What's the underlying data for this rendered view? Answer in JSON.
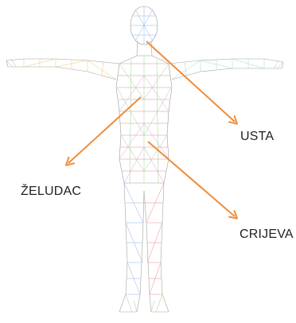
{
  "labels": {
    "usta": "USTA",
    "zeludac": "ŽELUDAC",
    "crijeva": "CRIJEVA"
  },
  "colors": {
    "arrow": "#f08c3a",
    "mesh": [
      "#e58b8b",
      "#8fb3e6",
      "#9ad08f",
      "#d9a0e0",
      "#f0c27a",
      "#9ed6d6",
      "#c8c8c8"
    ]
  },
  "figure": {
    "type": "wireframe-human-body",
    "pose": "T-pose"
  }
}
